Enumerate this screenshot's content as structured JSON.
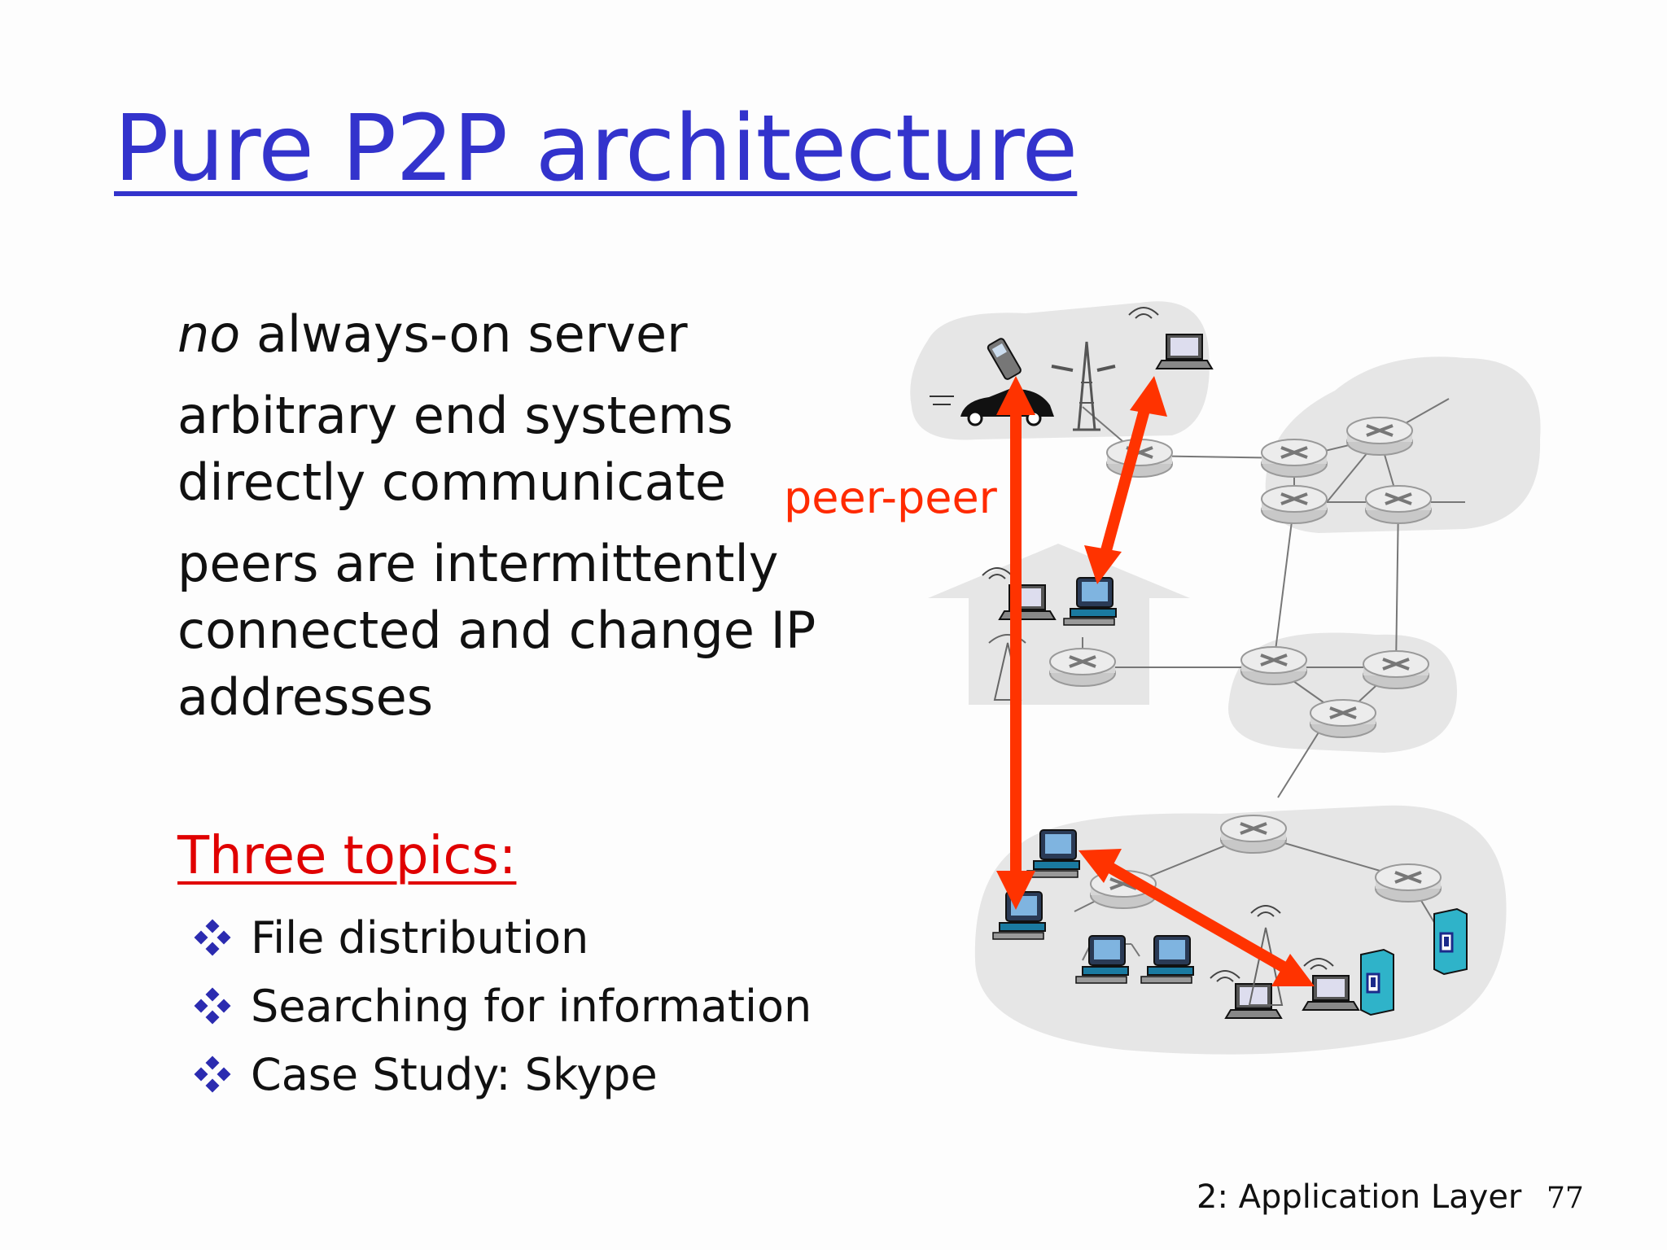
{
  "slide": {
    "title": "Pure P2P architecture",
    "bullets": [
      {
        "emphasis": "no",
        "text": " always-on server"
      },
      {
        "emphasis": "",
        "text": "arbitrary end systems directly communicate"
      },
      {
        "emphasis": "",
        "text": "peers are intermittently connected and change IP addresses"
      }
    ],
    "topics_heading": "Three topics:",
    "topics": [
      "File distribution",
      "Searching for information",
      "Case Study: Skype"
    ],
    "diagram_label": "peer-peer",
    "footer": "2: Application Layer",
    "page_number": "77"
  },
  "colors": {
    "title": "#3333cc",
    "arrow": "#ff3300",
    "topics_heading": "#e00000",
    "cloud": "#e6e6e6"
  }
}
